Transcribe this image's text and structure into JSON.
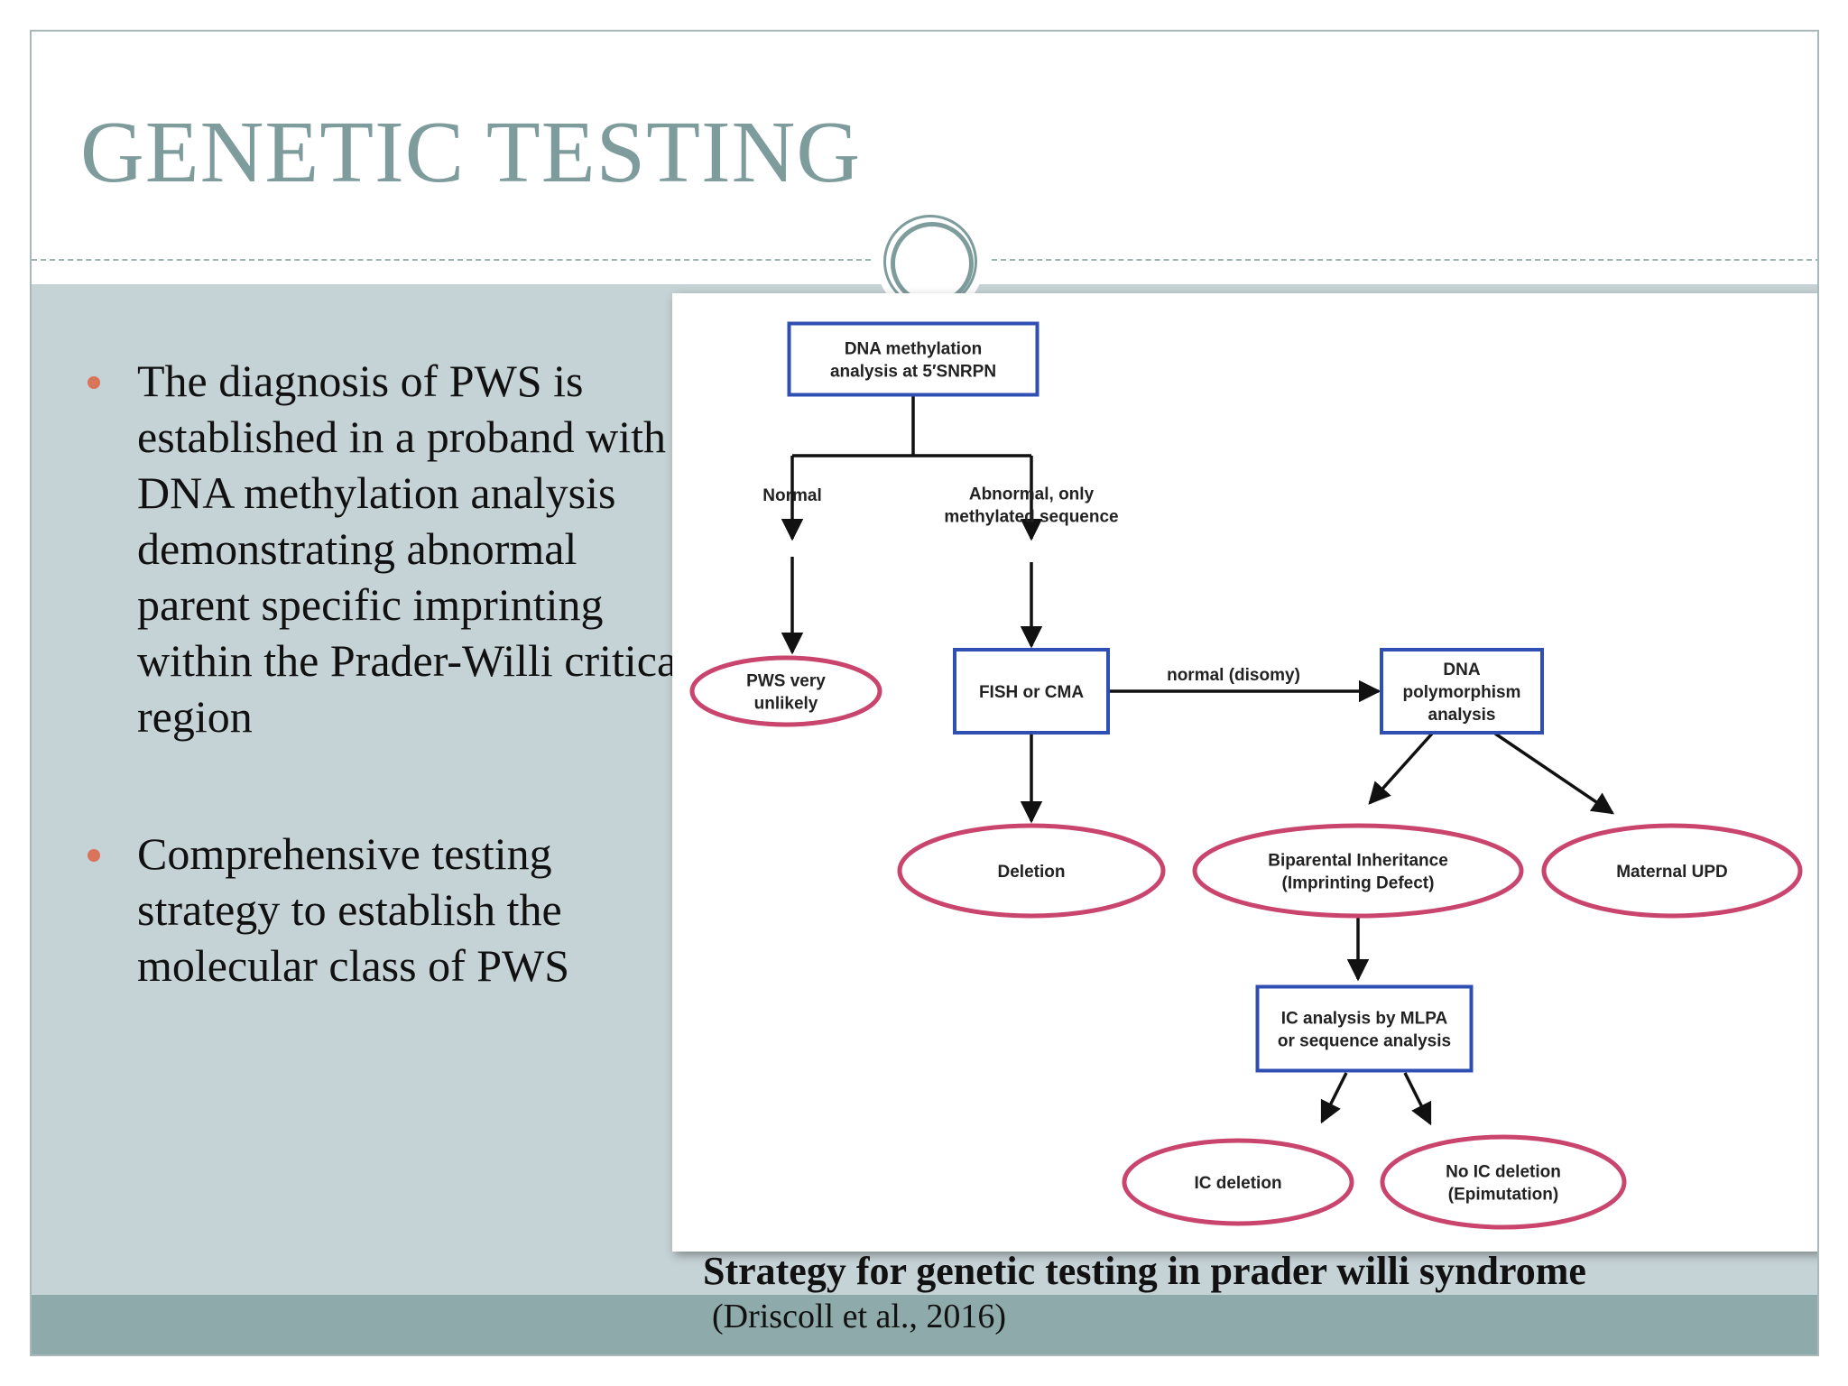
{
  "slide": {
    "title": "GENETIC TESTING"
  },
  "bullets": [
    "The diagnosis of PWS is established in a proband with DNA methylation analysis demonstrating abnormal parent specific imprinting within the Prader-Willi critical region",
    "Comprehensive testing strategy to establish the molecular class of PWS"
  ],
  "diagram": {
    "nodes": {
      "methylation": [
        "DNA methylation",
        "analysis at 5′SNRPN"
      ],
      "normal": [
        "Normal"
      ],
      "abnormal": [
        "Abnormal, only",
        "methylated sequence"
      ],
      "pws_unlikely": [
        "PWS very",
        "unlikely"
      ],
      "fish": [
        "FISH or CMA"
      ],
      "polymorphism": [
        "DNA",
        "polymorphism",
        "analysis"
      ],
      "deletion": [
        "Deletion"
      ],
      "biparental": [
        "Biparental Inheritance",
        "(Imprinting Defect)"
      ],
      "maternal_upd": [
        "Maternal UPD"
      ],
      "ic_analysis": [
        "IC analysis by MLPA",
        "or sequence analysis"
      ],
      "ic_deletion": [
        "IC deletion"
      ],
      "no_ic_deletion": [
        "No IC deletion",
        "(Epimutation)"
      ]
    },
    "edge_labels": {
      "normal_disomy": "normal (disomy)"
    }
  },
  "caption": {
    "title": "Strategy for genetic testing in prader willi syndrome",
    "citation": "(Driscoll et al., 2016)"
  },
  "colors": {
    "title": "#7e9c9c",
    "body_band": "#c5d2d6",
    "footer_band": "#8faaab",
    "bullet": "#d9735a",
    "box_border": "#2f4fb3",
    "ellipse_border": "#c9456e"
  }
}
